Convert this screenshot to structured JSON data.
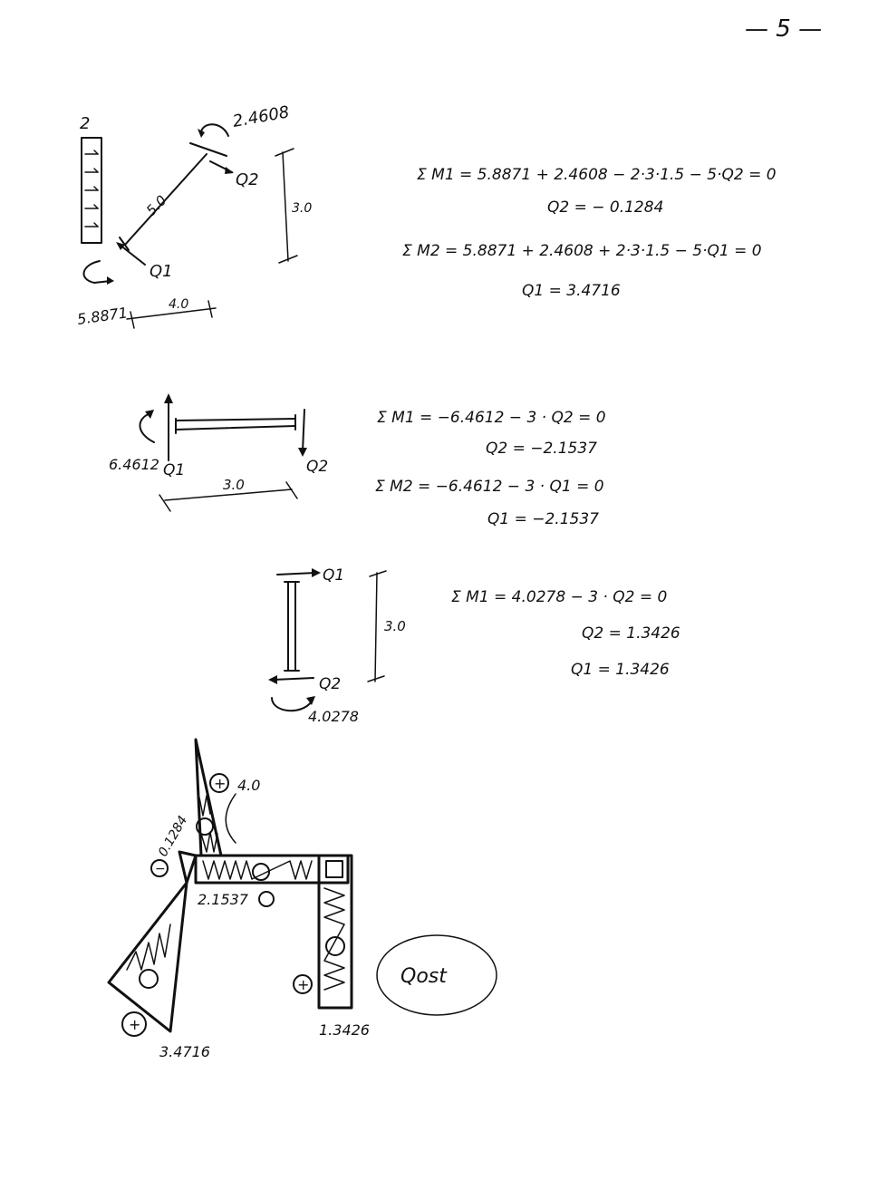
{
  "page_number": "— 5 —",
  "member1": {
    "load_value": "2",
    "moment_top": "2.4608",
    "moment_bottom": "5.8871",
    "length": "5.0",
    "height": "3.0",
    "width": "4.0",
    "force_top": "Q2",
    "force_bottom": "Q1",
    "eq1": "Σ M1 = 5.8871 + 2.4608 − 2·3·1.5 − 5·Q2 = 0",
    "eq1_result": "Q2 = − 0.1284",
    "eq2": "Σ M2 = 5.8871 + 2.4608 + 2·3·1.5 − 5·Q1 = 0",
    "eq2_result": "Q1 = 3.4716"
  },
  "member2": {
    "moment": "6.4612",
    "length": "3.0",
    "force_left": "Q1",
    "force_right": "Q2",
    "eq1": "Σ M1 = −6.4612 − 3 · Q2 = 0",
    "eq1_result": "Q2 = −2.1537",
    "eq2": "Σ M2 = −6.4612 − 3 · Q1 = 0",
    "eq2_result": "Q1 = −2.1537"
  },
  "member3": {
    "moment": "4.0278",
    "height": "3.0",
    "force_top": "Q1",
    "force_bottom": "Q2",
    "eq1": "Σ M1 = 4.0278 − 3 · Q2 = 0",
    "eq1_result": "Q2 = 1.3426",
    "eq1_result2": "Q1 = 1.3426"
  },
  "diagram": {
    "label_top": "4.0",
    "label_0_1284": "0.1284",
    "label_2_1537": "2.1537",
    "label_3_4716": "3.4716",
    "label_1_3426": "1.3426",
    "title": "Qost",
    "minus": "−",
    "plus": "+"
  }
}
